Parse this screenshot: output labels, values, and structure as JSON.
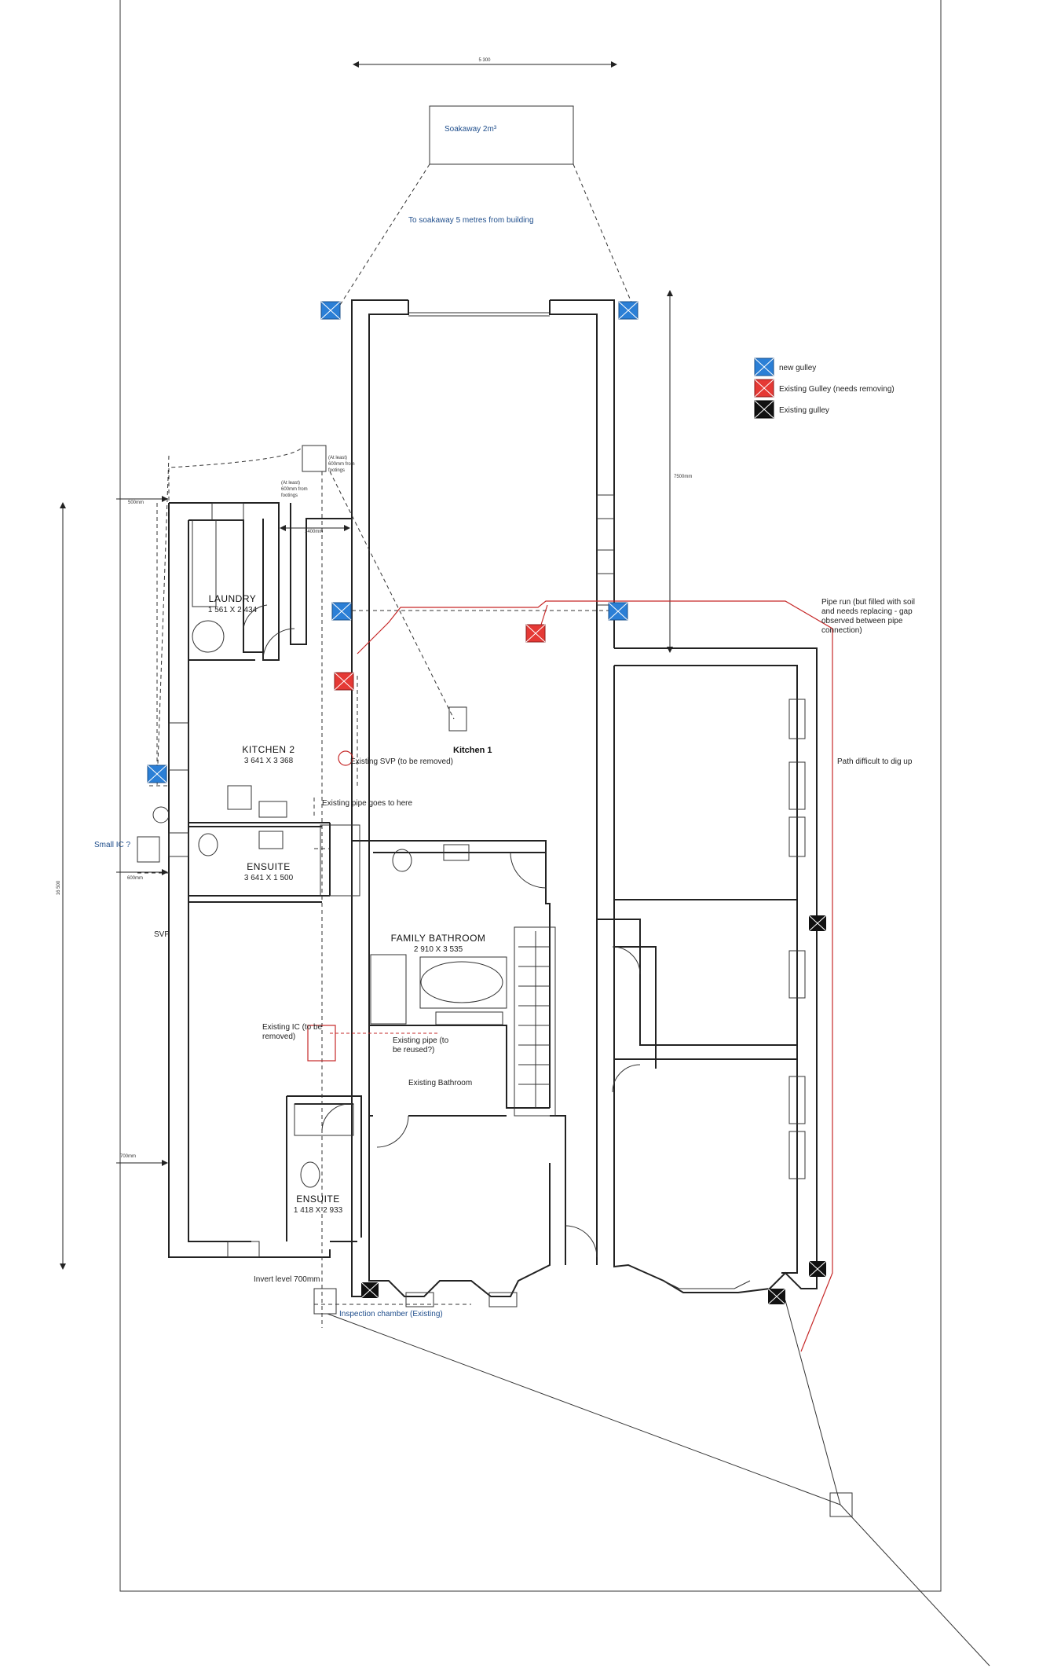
{
  "dimensions": {
    "top_width": "5 300",
    "side_length": "16 500",
    "run_7500": "7500mm",
    "off_500": "500mm",
    "off_1400": "1400mm",
    "off_600": "600mm",
    "off_700": "700mm"
  },
  "soakaway": {
    "label": "Soakaway 2m³",
    "note": "To soakaway 5 metres from building"
  },
  "legend": [
    {
      "color": "#2b7fd6",
      "label": "new gulley"
    },
    {
      "color": "#e53935",
      "label": "Existing Gulley (needs removing)"
    },
    {
      "color": "#111111",
      "label": "Existing gulley"
    }
  ],
  "rooms": {
    "laundry": {
      "name": "LAUNDRY",
      "size": "1 561 X 2 434"
    },
    "kitchen2": {
      "name": "KITCHEN 2",
      "size": "3 641 X 3 368"
    },
    "kitchen1": {
      "name": "Kitchen 1"
    },
    "ensuite1": {
      "name": "ENSUITE",
      "size": "3 641 X 1 500"
    },
    "family_bathroom": {
      "name": "FAMILY BATHROOM",
      "size": "2 910 X 3 535"
    },
    "ensuite2": {
      "name": "ENSUITE",
      "size": "1 418 X 2 933"
    },
    "existing_bathroom": {
      "name": "Existing Bathroom"
    }
  },
  "notes": {
    "footings_a": [
      "(At least)",
      "600mm from",
      "footings"
    ],
    "footings_b": [
      "(At least)",
      "600mm from",
      "footings"
    ],
    "existing_svp": "Existing SVP (to be removed)",
    "existing_pipe_goes": "Existing pipe goes to here",
    "small_ic": "Small IC ?",
    "svp": "SVP",
    "existing_ic": [
      "Existing IC (to be",
      "removed)"
    ],
    "existing_pipe_reused": [
      "Existing pipe (to",
      "be reused?)"
    ],
    "pipe_run": [
      "Pipe run (but filled with soil",
      "and needs replacing - gap",
      "observed between pipe",
      "connection)"
    ],
    "path_difficult": "Path difficult to dig up",
    "invert_level": "Invert level 700mm",
    "inspection_chamber": "Inspection chamber (Existing)"
  }
}
